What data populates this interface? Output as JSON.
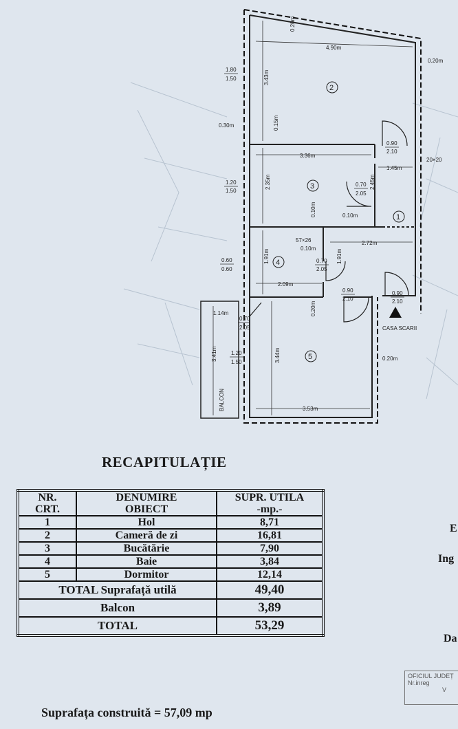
{
  "plan": {
    "rooms": [
      "1",
      "2",
      "3",
      "4",
      "5"
    ],
    "stair_label": "CASA SCARII",
    "balcony_label": "BALCON",
    "dimensions": {
      "top_wall": "0.20m",
      "room2_width": "4.90m",
      "right_wall": "0.20m",
      "win1_top": "1.80",
      "win1_bottom": "1.50",
      "room2_depth": "3.43m",
      "left_wall": "0.30m",
      "partition1": "0.15m",
      "door1_top": "0.90",
      "door1_bottom": "2.10",
      "duct": "20×20",
      "room3_width": "3.36m",
      "hall_width": "1.45m",
      "win2_top": "1.20",
      "win2_bottom": "1.50",
      "room3_depth": "2.35m",
      "hall_gap": "2.45m",
      "door2_top": "0.70",
      "door2_bottom": "2.05",
      "partition2": "0.10m",
      "partition3": "0.10m",
      "vent": "57×26",
      "partition4": "0.10m",
      "hall_length": "2.72m",
      "win3_top": "0.60",
      "win3_bottom": "0.60",
      "room4_depth": "1.91m",
      "door3_top": "0.70",
      "door3_bottom": "2.05",
      "room4_door_gap": "1.91m",
      "room4_width": "2.09m",
      "door4_top": "0.90",
      "door4_bottom": "2.10",
      "entry_top": "0.90",
      "entry_bottom": "2.10",
      "balcony_width": "1.14m",
      "partition5": "0.20m",
      "balcony_door_top": "0.70",
      "balcony_door_bottom": "2.05",
      "balcony_depth": "3.41m",
      "win4_top": "1.20",
      "win4_bottom": "1.50",
      "room5_depth": "3.44m",
      "room5_right_wall": "0.20m",
      "room5_width": "3.53m"
    }
  },
  "recap": {
    "title": "RECAPITULAȚIE",
    "headers": {
      "nr_line1": "NR.",
      "nr_line2": "CRT.",
      "name_line1": "DENUMIRE",
      "name_line2": "OBIECT",
      "area_line1": "SUPR. UTILA",
      "area_line2": "-mp.-"
    },
    "rows": [
      {
        "nr": "1",
        "name": "Hol",
        "area": "8,71"
      },
      {
        "nr": "2",
        "name": "Cameră de zi",
        "area": "16,81"
      },
      {
        "nr": "3",
        "name": "Bucătărie",
        "area": "7,90"
      },
      {
        "nr": "4",
        "name": "Baie",
        "area": "3,84"
      },
      {
        "nr": "5",
        "name": "Dormitor",
        "area": "12,14"
      }
    ],
    "total_useful_label": "TOTAL Suprafață utilă",
    "total_useful_value": "49,40",
    "balcony_label": "Balcon",
    "balcony_value": "3,89",
    "total_label": "TOTAL",
    "total_value": "53,29",
    "built_area": "Suprafața construită = 57,09 mp"
  },
  "side_fragments": {
    "e": "E",
    "ing": "Ing",
    "da": "Da"
  },
  "stamp": {
    "line1": "OFICIUL JUDEȚ",
    "line2": "Nr.inreg",
    "line3": "V"
  }
}
